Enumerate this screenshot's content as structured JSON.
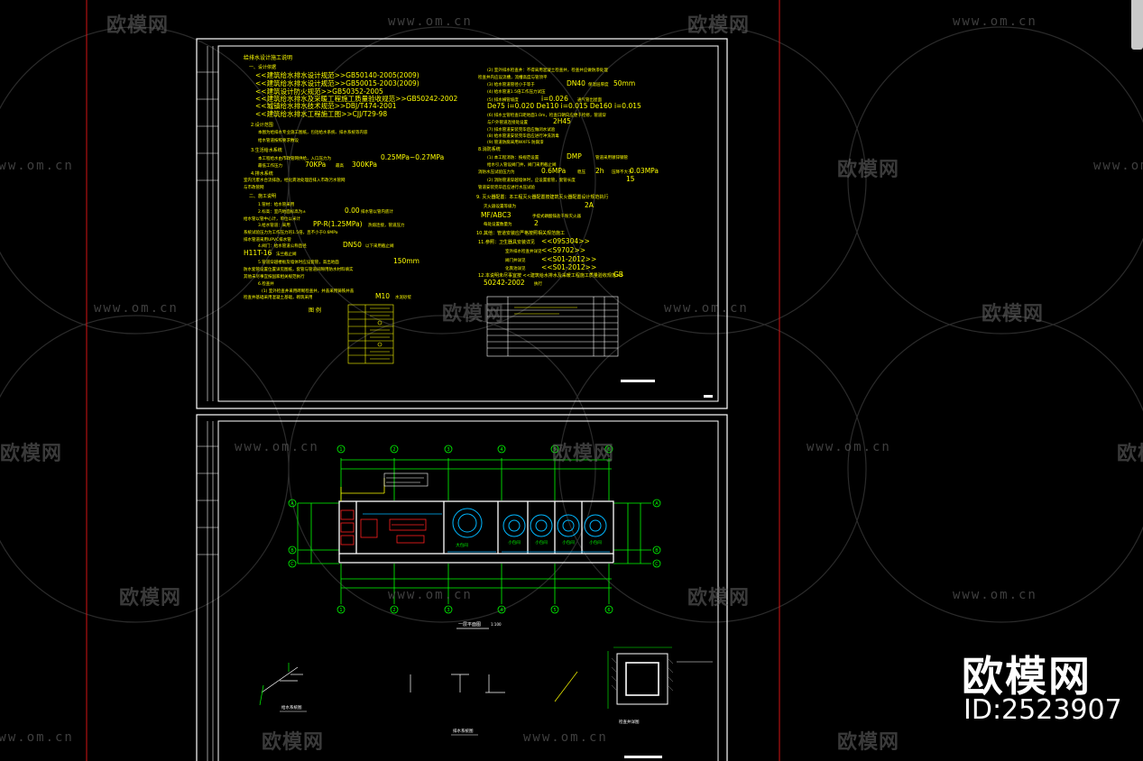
{
  "watermark": {
    "brand": "欧模网",
    "url": "www.om.cn",
    "id_text": "ID:2523907"
  },
  "sheet1": {
    "title": "给排水设计施工说明",
    "standards": [
      "<<建筑给水排水设计规范>>GB50140-2005(2009)",
      "<<建筑给水排水设计规范>>GB50015-2003(2009)",
      "<<建筑设计防火规范>>GB50352-2005",
      "<<建筑给水排水及采暖工程施工质量验收规范>>GB50242-2002",
      "<<城镇给水排水技术规范>>DBJ/T474-2001",
      "<<建筑给水排水工程施工图>>CJJ/T29-98"
    ],
    "pressure": "0.25MPa~0.27MPa",
    "pressure2": "70KPa",
    "pressure3": "300KPa",
    "pipe": "PP-R(1.25MPa)",
    "value1": "0.00",
    "valve": "DN50",
    "valve2": "H11T-16",
    "dist": "150mm",
    "mortar": "M10",
    "right_notes": [
      "DN40",
      "50mm",
      "i=0.026",
      "De75 i=0.020  De110 i=0.015  De160 i=0.015",
      "2H45",
      "DMP",
      "0.6MPa",
      "2h",
      "0.03MPa",
      "15",
      "MF/ABC3",
      "2A",
      "2",
      "<<09S304>>",
      "<<S9702>>",
      "<<S01-2012>>",
      "<<S01-2012>>",
      "GB",
      "50242-2002"
    ],
    "legend_title": "图 例"
  },
  "sheet2": {
    "plan_title": "一层平面图",
    "plan_scale": "1:100",
    "axis_top": [
      "1",
      "2",
      "3",
      "4",
      "5",
      "6"
    ],
    "axis_side": [
      "A",
      "B",
      "C"
    ],
    "rooms": [
      "大包间",
      "小包间",
      "小包间",
      "小包间",
      "小包间"
    ],
    "iso1_title": "给水系统图",
    "iso2_title": "排水系统图",
    "detail_title": "检查井详图"
  }
}
